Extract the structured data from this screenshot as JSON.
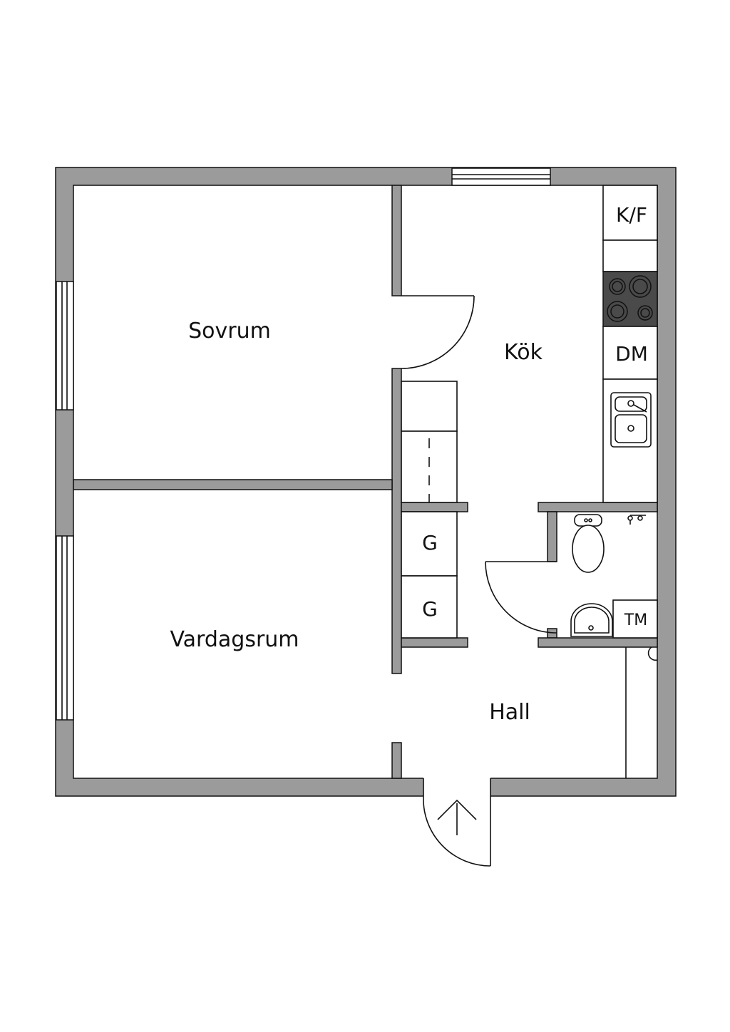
{
  "rooms": {
    "sovrum": "Sovrum",
    "kok": "Kök",
    "vardagsrum": "Vardagsrum",
    "hall": "Hall"
  },
  "fixtures": {
    "kf": "K/F",
    "dm": "DM",
    "g1": "G",
    "g2": "G",
    "tm": "TM"
  },
  "colors": {
    "wall": "#9b9b9b",
    "stove": "#4a4a4a",
    "line": "#111111",
    "background": "#ffffff"
  }
}
